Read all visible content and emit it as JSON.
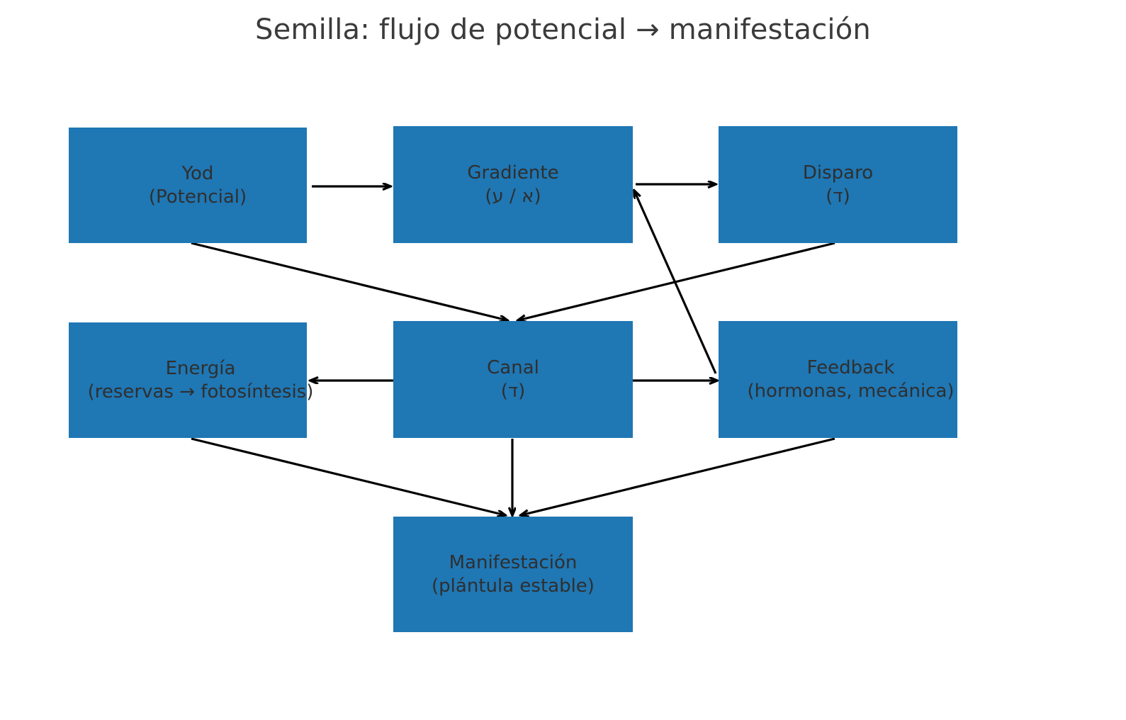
{
  "title": "Semilla: flujo de potencial → manifestación",
  "colors": {
    "node_fill": "#1f77b4",
    "node_text": "#2f2f2f",
    "title_text": "#3b3b3b",
    "edge": "#000000",
    "background": "#ffffff"
  },
  "nodes": [
    {
      "id": "yod",
      "line1": "Yod",
      "line2": "(Potencial)"
    },
    {
      "id": "gradiente",
      "line1": "Gradiente",
      "line2": "(א / ע)"
    },
    {
      "id": "disparo",
      "line1": "Disparo",
      "line2": "(ד)"
    },
    {
      "id": "energia",
      "line1": "Energía",
      "line2": "(reservas → fotosíntesis)"
    },
    {
      "id": "canal",
      "line1": "Canal",
      "line2": "(ד)"
    },
    {
      "id": "feedback",
      "line1": "Feedback",
      "line2": "(hormonas, mecánica)"
    },
    {
      "id": "manifestacion",
      "line1": "Manifestación",
      "line2": "(plántula estable)"
    }
  ],
  "edges": [
    {
      "from": "yod",
      "to": "gradiente",
      "label": ""
    },
    {
      "from": "gradiente",
      "to": "disparo",
      "label": ""
    },
    {
      "from": "yod",
      "to": "canal",
      "label": ""
    },
    {
      "from": "disparo",
      "to": "canal",
      "label": ""
    },
    {
      "from": "canal",
      "to": "energia",
      "label": ""
    },
    {
      "from": "canal",
      "to": "feedback",
      "label": ""
    },
    {
      "from": "feedback",
      "to": "gradiente",
      "label": ""
    },
    {
      "from": "canal",
      "to": "manifestacion",
      "label": ""
    },
    {
      "from": "energia",
      "to": "manifestacion",
      "label": ""
    },
    {
      "from": "feedback",
      "to": "manifestacion",
      "label": ""
    }
  ]
}
